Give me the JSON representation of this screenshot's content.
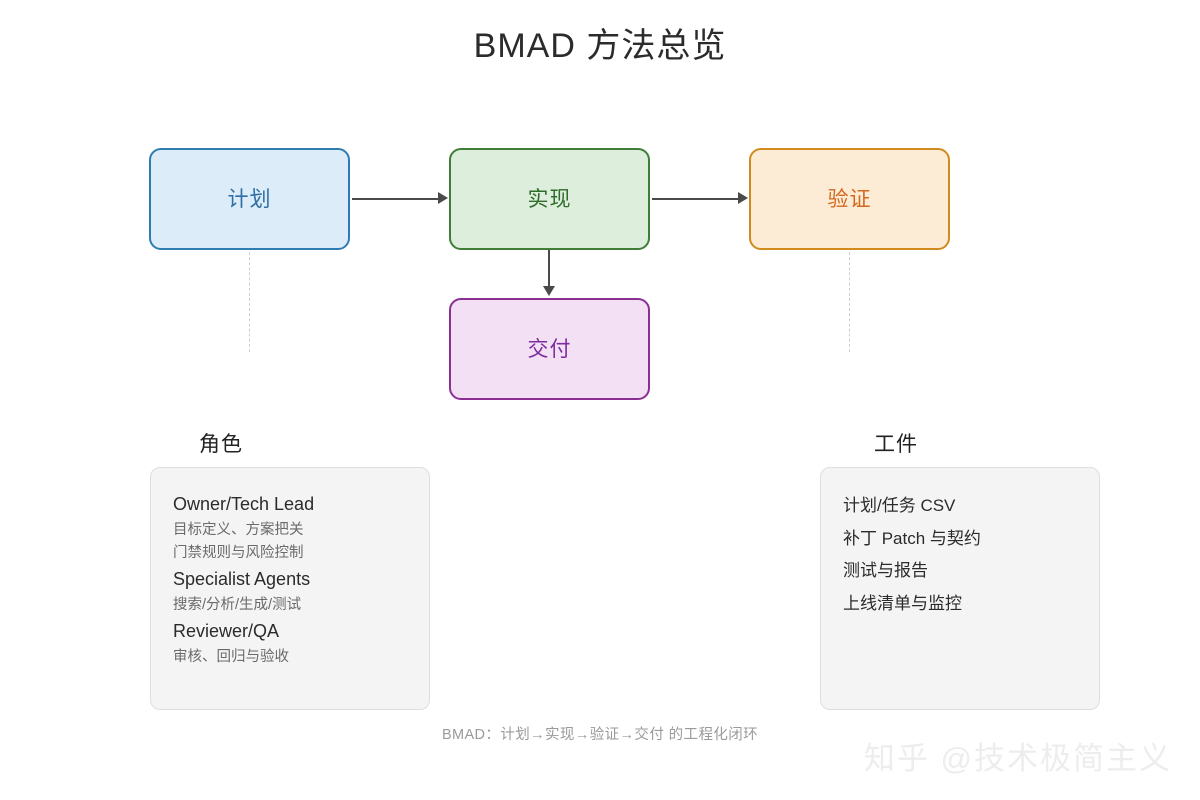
{
  "title": "BMAD 方法总览",
  "colors": {
    "plan_fill": "#dcedf9",
    "plan_border": "#2f7cb0",
    "plan_text": "#2f6ea5",
    "impl_fill": "#ddefdc",
    "impl_border": "#3f7d38",
    "impl_text": "#2f6b2a",
    "verify_fill": "#fcecd5",
    "verify_border": "#d08a1e",
    "verify_text": "#d2691e",
    "deliver_fill": "#f4e0f5",
    "deliver_border": "#8b2f93",
    "deliver_text": "#7b2d9e",
    "connector": "#4a4a4a",
    "dashed": "#cfcfcf",
    "card_fill": "#f4f4f4",
    "card_border": "#dedede",
    "watermark": "#ededed"
  },
  "flow": {
    "nodes": [
      {
        "id": "plan",
        "label": "计划"
      },
      {
        "id": "impl",
        "label": "实现"
      },
      {
        "id": "verify",
        "label": "验证"
      },
      {
        "id": "deliver",
        "label": "交付"
      }
    ],
    "edges": [
      {
        "from": "计划",
        "to": "实现",
        "direction": "right"
      },
      {
        "from": "实现",
        "to": "验证",
        "direction": "right"
      },
      {
        "from": "实现",
        "to": "交付",
        "direction": "down"
      }
    ]
  },
  "panels": {
    "roles": {
      "heading": "角色",
      "entries": [
        {
          "title": "Owner/Tech Lead",
          "subs": [
            "目标定义、方案把关",
            "门禁规则与风险控制"
          ]
        },
        {
          "title": "Specialist Agents",
          "subs": [
            "搜索/分析/生成/测试"
          ]
        },
        {
          "title": "Reviewer/QA",
          "subs": [
            "审核、回归与验收"
          ]
        }
      ]
    },
    "artifacts": {
      "heading": "工件",
      "items": [
        "计划/任务 CSV",
        "补丁 Patch 与契约",
        "测试与报告",
        "上线清单与监控"
      ]
    }
  },
  "footer_caption": "BMAD：计划→实现→验证→交付 的工程化闭环",
  "watermark": "知乎 @技术极简主义"
}
